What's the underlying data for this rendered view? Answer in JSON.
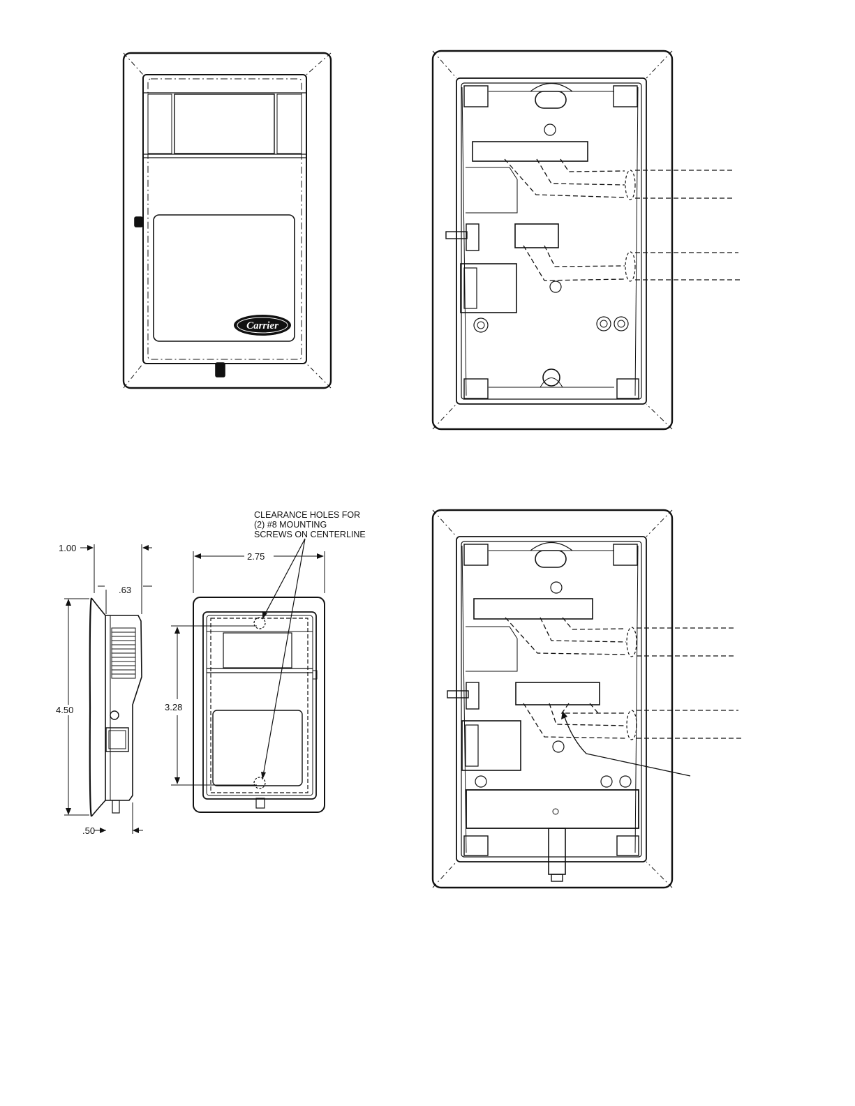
{
  "front_view": {
    "logo": "Carrier"
  },
  "dimensions": {
    "depth_total": "1.00",
    "depth_base": ".63",
    "height": "4.50",
    "depth_lip": ".50",
    "width": "2.75",
    "hole_spacing": "3.28"
  },
  "mounting_note": {
    "line1": "CLEARANCE HOLES FOR",
    "line2": "(2) #8 MOUNTING",
    "line3": "SCREWS ON CENTERLINE"
  }
}
